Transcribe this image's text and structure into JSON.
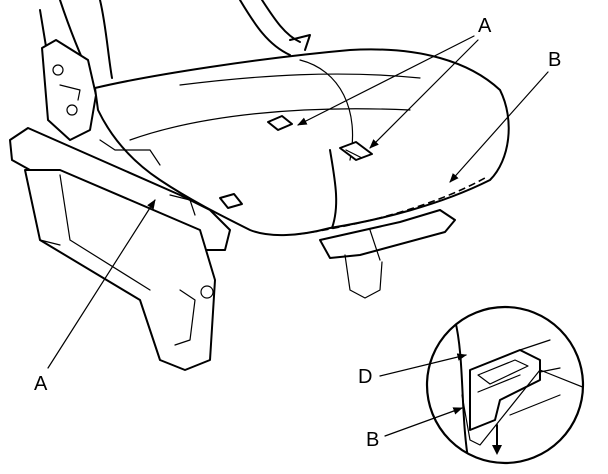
{
  "callouts": {
    "a_top": "A",
    "b_top": "B",
    "a_left": "A",
    "d_detail": "D",
    "b_detail": "B"
  }
}
